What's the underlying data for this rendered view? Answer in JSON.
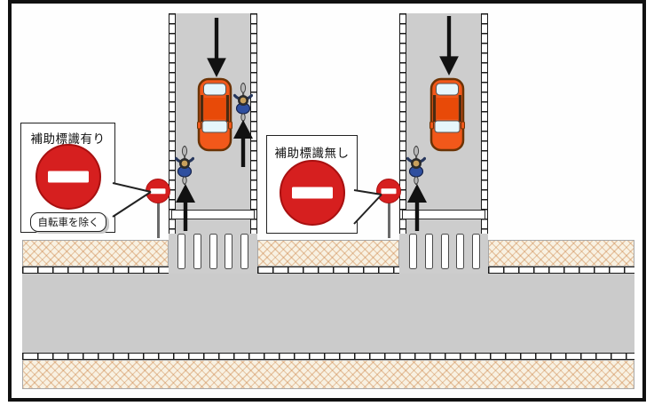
{
  "diagram": {
    "left_callout": {
      "title": "補助標識有り",
      "sign": "no-entry",
      "exception_label": "自転車を除く"
    },
    "right_callout": {
      "title": "補助標識無し",
      "sign": "no-entry"
    },
    "colors": {
      "sign_red": "#d61f1f",
      "road_gray": "#cbcbcb",
      "sidewalk_tan": "#f8f1e2",
      "car_orange": "#f2581a",
      "bike_blue": "#2f4f9f",
      "arrow_black": "#111111"
    }
  }
}
